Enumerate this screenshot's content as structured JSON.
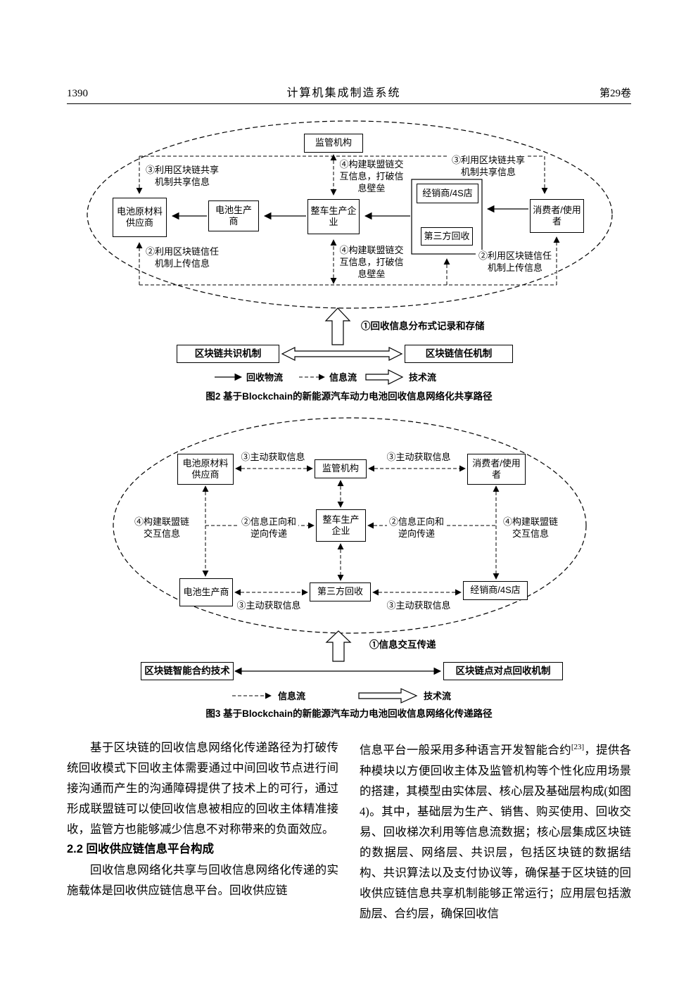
{
  "header": {
    "page_number": "1390",
    "journal_title": "计算机集成制造系统",
    "volume": "第29卷"
  },
  "fig2": {
    "boxes": {
      "regulator": "监管机构",
      "supplier": "电池原材料供应商",
      "producer": "电池生产商",
      "oem": "整车生产企业",
      "dealer": "经销商/4S店",
      "third_party": "第三方回收",
      "consumer": "消费者/使用者"
    },
    "annotations": {
      "share_left": "③利用区块链共享机制共享信息",
      "share_right": "③利用区块链共享机制共享信息",
      "alliance_top": "④构建联盟链交互信息，打破信息壁垒",
      "alliance_bottom": "④构建联盟链交互信息，打破信息壁垒",
      "trust_left": "②利用区块链信任机制上传信息",
      "trust_right": "②利用区块链信任机制上传信息",
      "step1": "①回收信息分布式记录和存储"
    },
    "mechanisms": {
      "consensus": "区块链共识机制",
      "trust": "区块链信任机制"
    },
    "legend": {
      "recycle_flow": "回收物流",
      "info_flow": "信息流",
      "tech_flow": "技术流"
    },
    "caption": "图2  基于Blockchain的新能源汽车动力电池回收信息网络化共享路径"
  },
  "fig3": {
    "boxes": {
      "supplier": "电池原材料供应商",
      "regulator": "监管机构",
      "consumer": "消费者/使用者",
      "oem": "整车生产企业",
      "producer": "电池生产商",
      "third_party": "第三方回收",
      "dealer": "经销商/4S店"
    },
    "annotations": {
      "fetch": "③主动获取信息",
      "alliance": "④构建联盟链交互信息",
      "transfer": "②信息正向和逆向传递",
      "step1": "①信息交互传递"
    },
    "mechanisms": {
      "smart_contract": "区块链智能合约技术",
      "p2p": "区块链点对点回收机制"
    },
    "legend": {
      "info_flow": "信息流",
      "tech_flow": "技术流"
    },
    "caption": "图3  基于Blockchain的新能源汽车动力电池回收信息网络化传递路径"
  },
  "body": {
    "left": {
      "para1": "基于区块链的回收信息网络化传递路径为打破传统回收模式下回收主体需要通过中间回收节点进行间接沟通而产生的沟通障碍提供了技术上的可行，通过形成联盟链可以使回收信息被相应的回收主体精准接收，监管方也能够减少信息不对称带来的负面效应。",
      "heading": "2.2  回收供应链信息平台构成",
      "para2": "回收信息网络化共享与回收信息网络化传递的实施载体是回收供应链信息平台。回收供应链"
    },
    "right": {
      "para1_pre": "信息平台一般采用多种语言开发智能合约",
      "para1_sup": "[23]",
      "para1_post": "，提供各种模块以方便回收主体及监管机构等个性化应用场景的搭建，其模型由实体层、核心层及基础层构成(如图4)。其中，基础层为生产、销售、购买使用、回收交易、回收梯次利用等信息流数据；核心层集成区块链的数据层、网络层、共识层，包括区块链的数据结构、共识算法以及支付协议等，确保基于区块链的回收供应链信息共享机制能够正常运行；应用层包括激励层、合约层，确保回收信"
    }
  }
}
